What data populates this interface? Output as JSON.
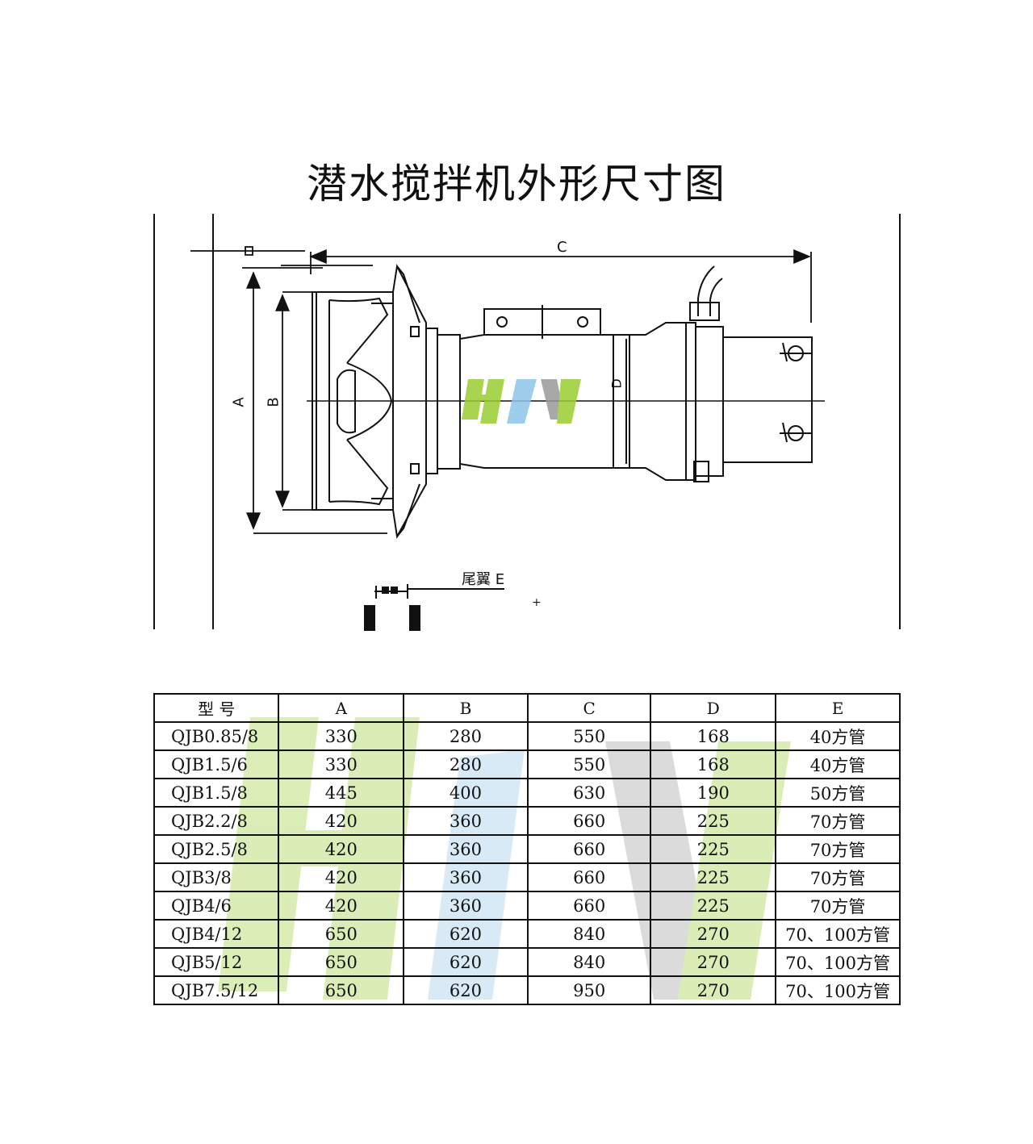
{
  "title": "潜水搅拌机外形尺寸图",
  "drawing": {
    "dim_a": "A",
    "dim_b": "B",
    "dim_c": "C",
    "dim_d": "D",
    "tail_label": "尾翼 E"
  },
  "table": {
    "headers": [
      "型 号",
      "A",
      "B",
      "C",
      "D",
      "E"
    ],
    "rows": [
      [
        "QJB0.85/8",
        "330",
        "280",
        "550",
        "168",
        "40方管"
      ],
      [
        "QJB1.5/6",
        "330",
        "280",
        "550",
        "168",
        "40方管"
      ],
      [
        "QJB1.5/8",
        "445",
        "400",
        "630",
        "190",
        "50方管"
      ],
      [
        "QJB2.2/8",
        "420",
        "360",
        "660",
        "225",
        "70方管"
      ],
      [
        "QJB2.5/8",
        "420",
        "360",
        "660",
        "225",
        "70方管"
      ],
      [
        "QJB3/8",
        "420",
        "360",
        "660",
        "225",
        "70方管"
      ],
      [
        "QJB4/6",
        "420",
        "360",
        "660",
        "225",
        "70方管"
      ],
      [
        "QJB4/12",
        "650",
        "620",
        "840",
        "270",
        "70、100方管"
      ],
      [
        "QJB5/12",
        "650",
        "620",
        "840",
        "270",
        "70、100方管"
      ],
      [
        "QJB7.5/12",
        "650",
        "620",
        "950",
        "270",
        "70、100方管"
      ]
    ]
  },
  "watermark_colors": {
    "green": "#9acd32",
    "gray": "#9a9a9a",
    "blue": "#8ec5e8"
  }
}
